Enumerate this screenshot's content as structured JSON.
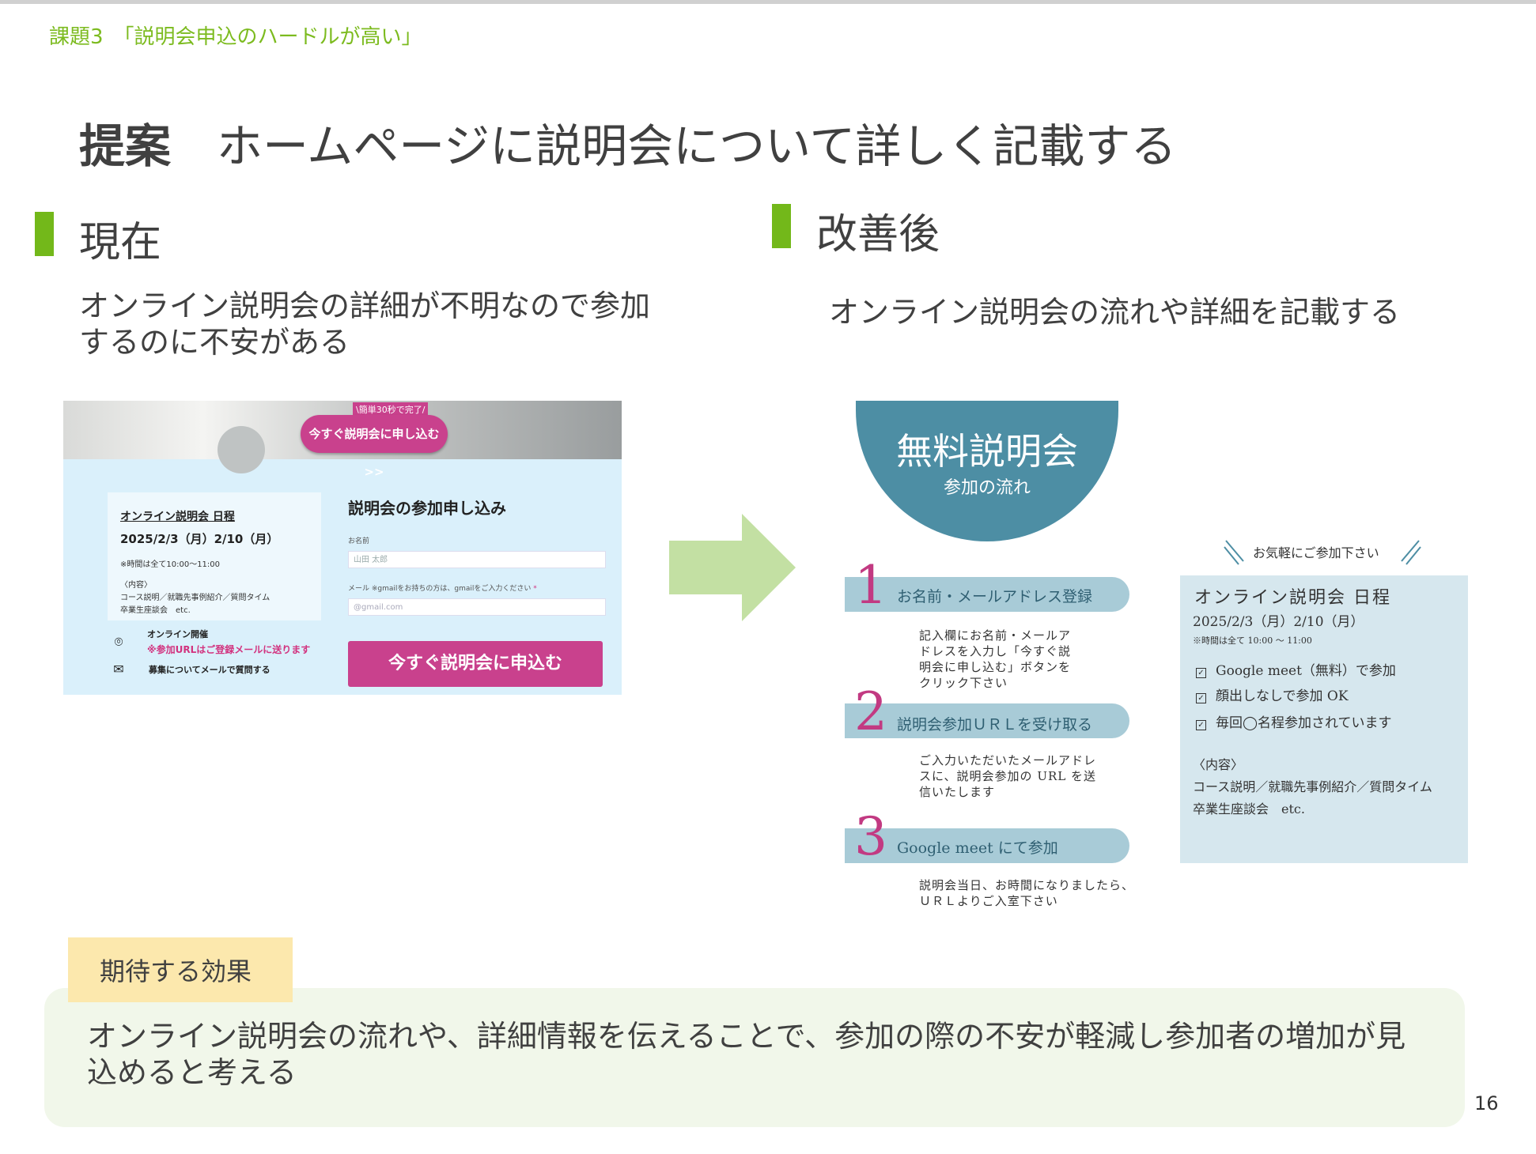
{
  "header": {
    "task": "課題3　「説明会申込のハードルが高い」",
    "title_bold": "提案",
    "title_rest": "　ホームページに説明会について詳しく記載する"
  },
  "current": {
    "label": "現在",
    "description": "オンライン説明会の詳細が不明なので参加するのに不安がある",
    "screenshot": {
      "quick_badge": "\\簡単30秒で完了/",
      "top_button": "今すぐ説明会に申し込む>>",
      "schedule_title": "オンライン説明会 日程",
      "schedule_dates": "2025/2/3（月）2/10（月）",
      "schedule_time": "※時間は全て10:00〜11:00",
      "schedule_content": "〈内容〉\nコース説明／就職先事例紹介／質問タイム\n卒業生座談会　etc.",
      "online": "オンライン開催",
      "url_note": "※参加URLはご登録メールに送ります",
      "mail_question": "募集についてメールで質問する",
      "form_title": "説明会の参加申し込み",
      "name_label": "お名前",
      "name_placeholder": "山田 太郎",
      "mail_label": "メール ※gmailをお持ちの方は、gmailをご入力ください",
      "mail_required": "*",
      "mail_placeholder": "@gmail.com",
      "apply_button": "今すぐ説明会に申込む"
    }
  },
  "improved": {
    "label": "改善後",
    "description": "オンライン説明会の流れや詳細を記載する",
    "dome_title": "無料説明会",
    "dome_subtitle": "参加の流れ",
    "steps": [
      {
        "num": "1",
        "label": "お名前・メールアドレス登録",
        "desc": "記入欄にお名前・メールア\nドレスを入力し「今すぐ説\n明会に申し込む」ボタンを\nクリック下さい"
      },
      {
        "num": "2",
        "label": "説明会参加ＵＲＬを受け取る",
        "desc": "ご入力いただいたメールアドレ\nスに、説明会参加の URL を送\n信いたします"
      },
      {
        "num": "3",
        "label": "Google meet にて参加",
        "desc": "説明会当日、お時間になりましたら、\nＵＲＬよりご入室下さい"
      }
    ],
    "feel_free": "お気軽にご参加下さい",
    "card": {
      "title": "オンライン説明会 日程",
      "dates": "2025/2/3（月）2/10（月）",
      "time_note": "※時間は全て 10:00 〜 11:00",
      "checks": [
        "Google meet（無料）で参加",
        "顔出しなしで参加 OK",
        "毎回◯名程参加されています"
      ],
      "content": "〈内容〉\nコース説明／就職先事例紹介／質問タイム\n卒業生座談会　etc."
    }
  },
  "effect": {
    "tag": "期待する効果",
    "text": "オンライン説明会の流れや、詳細情報を伝えることで、参加の際の不安が軽減し参加者の増加が見込めると考える"
  },
  "page_number": "16",
  "colors": {
    "accent_green": "#73b81a",
    "pink": "#c9418d",
    "teal": "#4d8ea4",
    "step_bar": "#a8cbd7",
    "arrow": "#c3e0a3"
  }
}
